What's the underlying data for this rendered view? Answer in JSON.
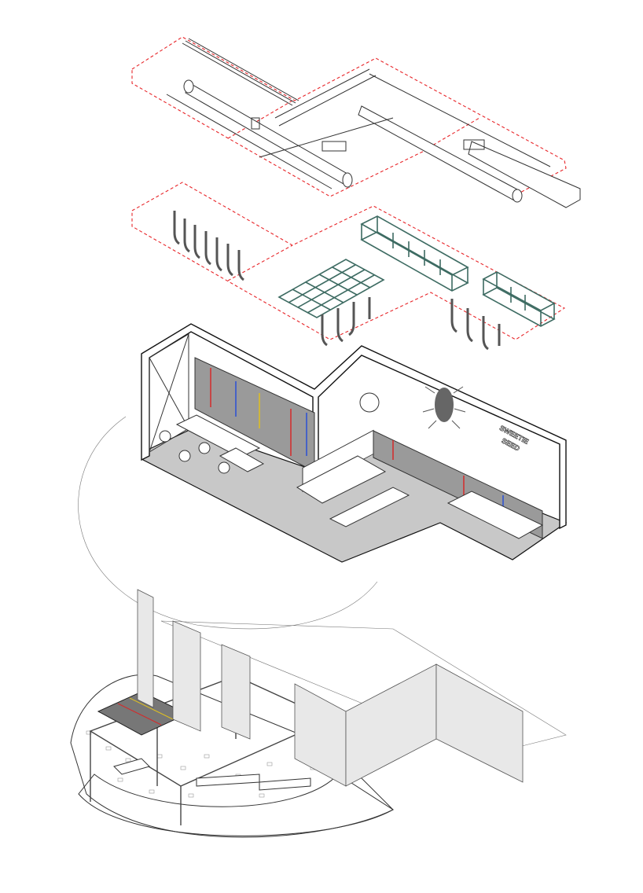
{
  "diagram": {
    "type": "exploded-axonometric",
    "layers": [
      {
        "id": "ceiling-services"
      },
      {
        "id": "lighting-and-suspended-grids"
      },
      {
        "id": "interior-floor-plan"
      },
      {
        "id": "facade-and-terrace"
      }
    ],
    "signage_logo_text": "SWEETIE SEED",
    "colors": {
      "outline_dashed": "#e8262a",
      "suspended_grid": "#3d6b62",
      "floor": "#c8c8c8",
      "shelf_accent_red": "#d42a2a",
      "shelf_accent_blue": "#2a4fd4",
      "shelf_accent_yellow": "#e0c020"
    }
  }
}
